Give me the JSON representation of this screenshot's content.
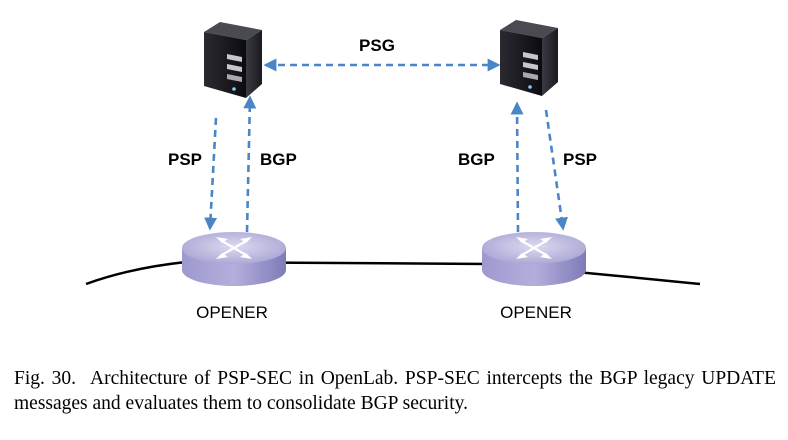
{
  "diagram": {
    "nodes": {
      "router_left": {
        "label": "OPENER"
      },
      "router_right": {
        "label": "OPENER"
      }
    },
    "links": {
      "psg": "PSG",
      "left_down": "PSP",
      "left_up": "BGP",
      "right_up": "BGP",
      "right_down": "PSP"
    },
    "colors": {
      "arrow": "#4a86c6",
      "router_top": "#b9b6dc",
      "router_side": "#8e8ac4",
      "server_body": "#1b1b1f"
    }
  },
  "caption": {
    "fig_label": "Fig. 30.",
    "text": "Architecture of PSP-SEC in OpenLab. PSP-SEC intercepts the BGP legacy UPDATE messages and evaluates them to consolidate BGP security."
  }
}
